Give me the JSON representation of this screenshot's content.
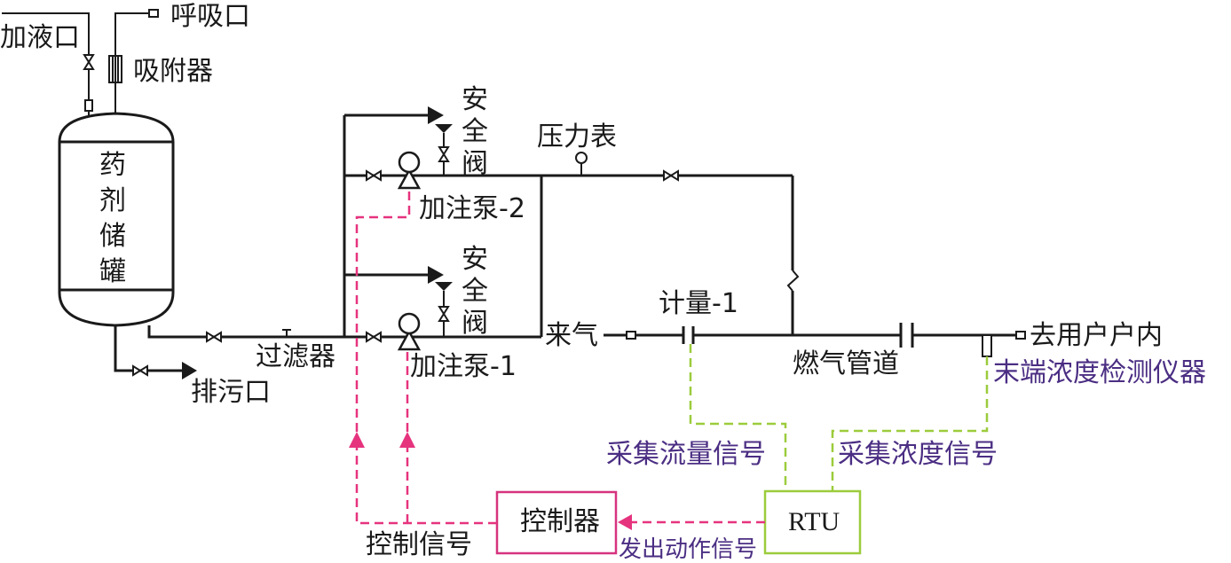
{
  "labels": {
    "fill_port": "加液口",
    "breather_port": "呼吸口",
    "adsorber": "吸附器",
    "tank_c1": "药",
    "tank_c2": "剂",
    "tank_c3": "储",
    "tank_c4": "罐",
    "drain": "排污口",
    "filter": "过滤器",
    "safety_valve_1_c1": "安",
    "safety_valve_1_c2": "全",
    "safety_valve_1_c3": "阀",
    "safety_valve_2_c1": "安",
    "safety_valve_2_c2": "全",
    "safety_valve_2_c3": "阀",
    "pressure_gauge": "压力表",
    "pump_2": "加注泵-2",
    "pump_1": "加注泵-1",
    "gas_in": "来气",
    "meter_1": "计量-1",
    "gas_pipe": "燃气管道",
    "to_user": "去用户户内",
    "end_detector": "末端浓度检测仪器",
    "flow_signal": "采集流量信号",
    "conc_signal": "采集浓度信号",
    "rtu": "RTU",
    "controller": "控制器",
    "control_signal": "控制信号",
    "action_signal": "发出动作信号"
  },
  "colors": {
    "pipe": "#1a1a1a",
    "control_signal": "#e6337e",
    "acquisition_signal": "#9ccc3c",
    "signal_text": "#4b2e83",
    "controller_box": "#d6337e",
    "rtu_box": "#9ccc3c"
  }
}
